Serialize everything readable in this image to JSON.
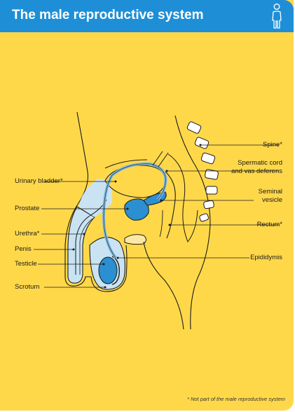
{
  "header": {
    "title": "The male reproductive system",
    "icon": "person-icon"
  },
  "labels": {
    "spine": "Spine*",
    "spermatic_cord_line1": "Spermatic cord",
    "spermatic_cord_line2": "and vas deferens",
    "urinary_bladder": "Urinary bladder*",
    "seminal_vesicle_line1": "Seminal",
    "seminal_vesicle_line2": "vesicle",
    "prostate": "Prostate",
    "rectum": "Rectum*",
    "urethra": "Urethra*",
    "penis": "Penis",
    "epididymis": "Epididymis",
    "testicle": "Testicle",
    "scrotum": "Scrotum"
  },
  "footnote": "* Not part of the male reproductive system",
  "colors": {
    "background": "#ffd84a",
    "header": "#1e8fd6",
    "organ_light_blue": "#c9e3f3",
    "organ_blue": "#2b8fd2",
    "outline": "#1a1a1a"
  }
}
